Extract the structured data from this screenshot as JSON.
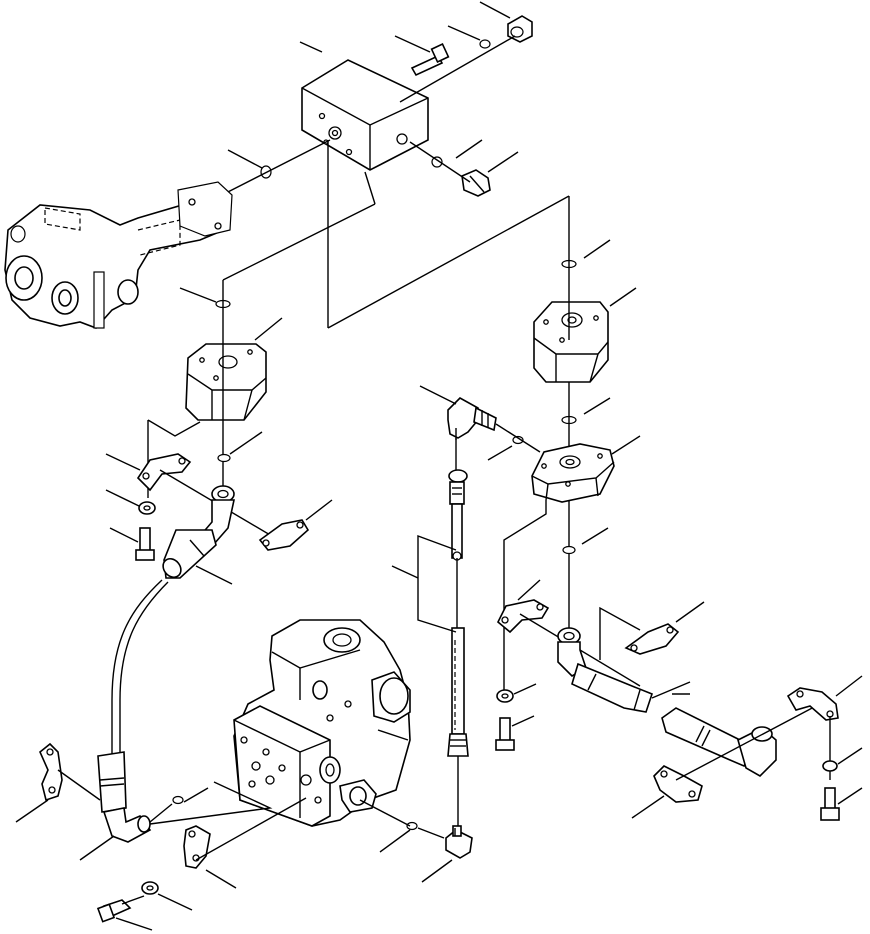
{
  "diagram": {
    "type": "exploded-parts-view",
    "parts": [
      "valve-block",
      "mounting-bolt",
      "o-ring",
      "plug",
      "steering-housing",
      "flange-adapter-left",
      "flange-adapter-right",
      "split-flange-adapter",
      "split-flange-half",
      "lock-washer",
      "flange-bolt",
      "hose-elbow",
      "hose",
      "elbow-fitting",
      "control-valve",
      "straight-hose",
      "elbow-connector"
    ]
  }
}
